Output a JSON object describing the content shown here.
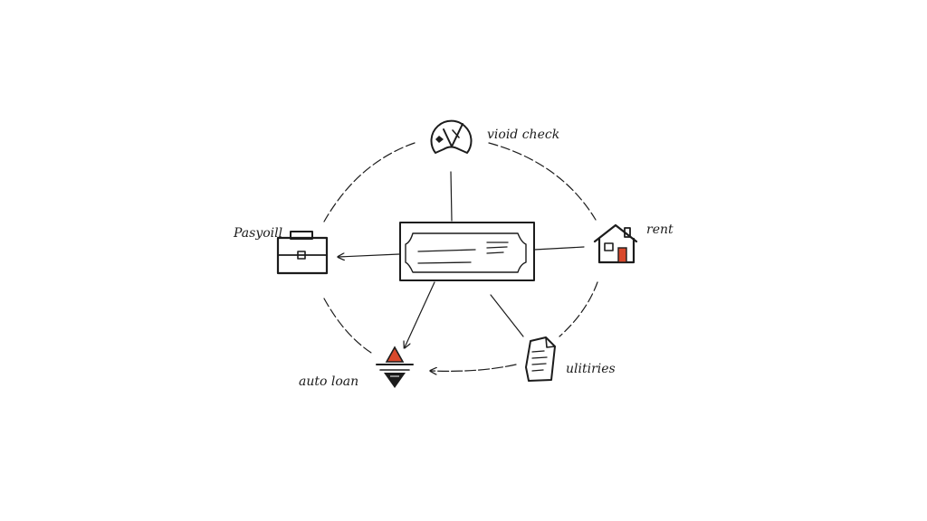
{
  "labels": {
    "top": "vioid check",
    "left": "Pasyoill",
    "right": "rent",
    "bottom_left": "auto loan",
    "bottom_right": "ulitiries"
  },
  "icons": {
    "center": "check-icon",
    "top": "cancel-stamp-icon",
    "left": "briefcase-icon",
    "right": "house-icon",
    "bottom_left": "car-loan-icon",
    "bottom_right": "bill-document-icon"
  },
  "colors": {
    "ink": "#1c1c1c",
    "accent": "#d9482b",
    "background": "#ffffff"
  }
}
